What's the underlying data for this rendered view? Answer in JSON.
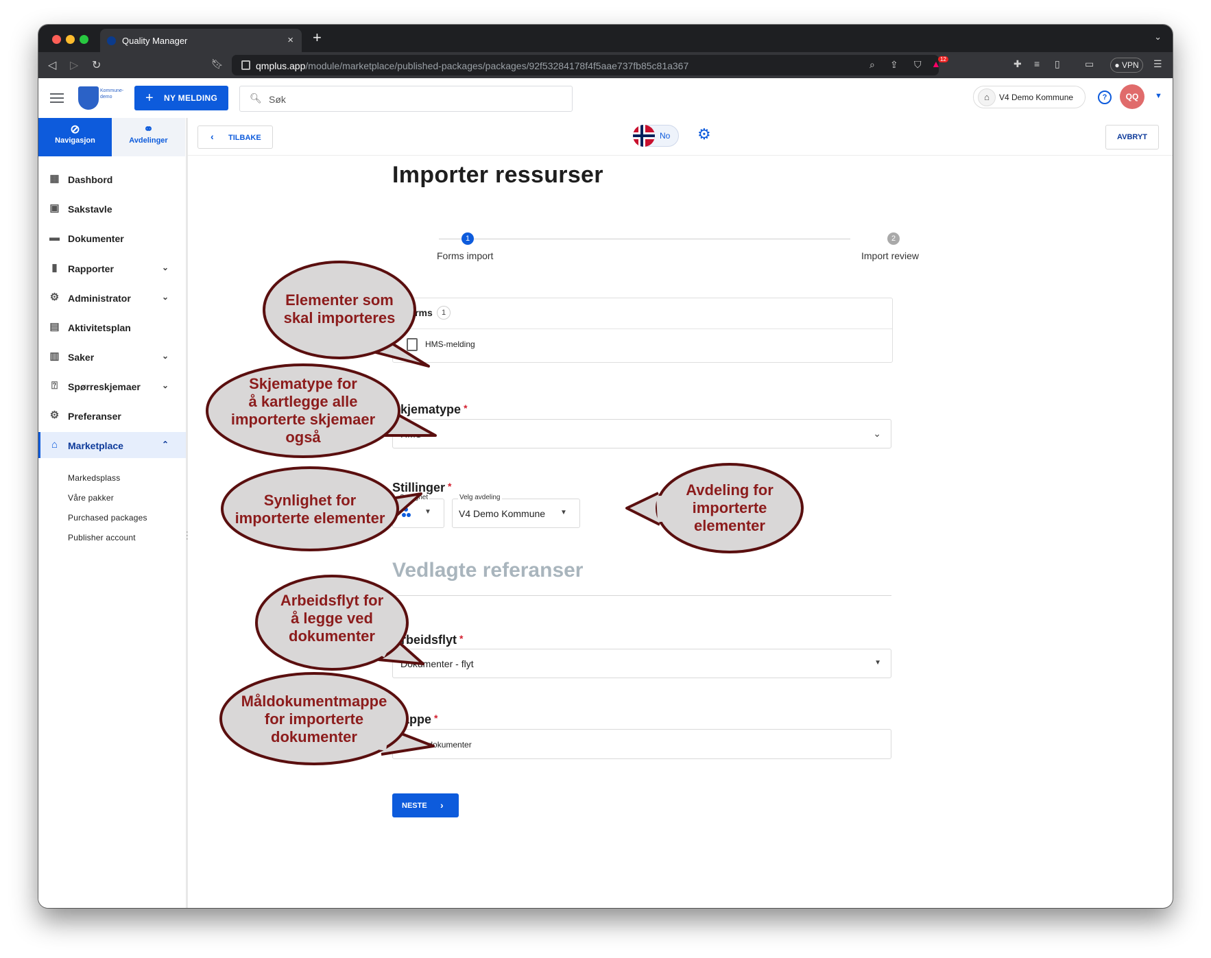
{
  "browser": {
    "tab_title": "Quality Manager",
    "url_host": "qmplus.app",
    "url_path": "/module/marketplace/published-packages/packages/92f53284178f4f5aae737fb85c81a367",
    "vpn_label": "VPN",
    "badge_count": "12"
  },
  "header": {
    "logo_text_1": "Kommune-",
    "logo_text_2": "demo",
    "new_message_label": "NY MELDING",
    "search_placeholder": "Søk",
    "org_label": "V4 Demo Kommune",
    "avatar_initials": "QQ"
  },
  "sidebar": {
    "tabs": [
      {
        "label": "Navigasjon",
        "icon": "compass-icon"
      },
      {
        "label": "Avdelinger",
        "icon": "org-chart-icon"
      }
    ],
    "items": [
      {
        "label": "Dashbord",
        "icon": "dashboard-icon",
        "expandable": false
      },
      {
        "label": "Sakstavle",
        "icon": "board-icon",
        "expandable": false
      },
      {
        "label": "Dokumenter",
        "icon": "folder-icon",
        "expandable": false
      },
      {
        "label": "Rapporter",
        "icon": "bar-chart-icon",
        "expandable": true
      },
      {
        "label": "Administrator",
        "icon": "gears-icon",
        "expandable": true
      },
      {
        "label": "Aktivitetsplan",
        "icon": "calendar-icon",
        "expandable": false
      },
      {
        "label": "Saker",
        "icon": "cases-icon",
        "expandable": true
      },
      {
        "label": "Spørreskjemaer",
        "icon": "questionnaire-icon",
        "expandable": true
      },
      {
        "label": "Preferanser",
        "icon": "gear-icon",
        "expandable": false
      },
      {
        "label": "Marketplace",
        "icon": "store-icon",
        "expandable": true,
        "active": true
      }
    ],
    "subitems": [
      "Markedsplass",
      "Våre pakker",
      "Purchased packages",
      "Publisher account"
    ]
  },
  "toolbar": {
    "back_label": "TILBAKE",
    "language_label": "No",
    "cancel_label": "AVBRYT"
  },
  "main": {
    "title": "Importer ressurser",
    "steps": [
      {
        "number": "1",
        "label": "Forms import",
        "active": true
      },
      {
        "number": "2",
        "label": "Import review",
        "active": false
      }
    ],
    "forms_header": "Forms",
    "forms_count": "1",
    "forms_items": [
      "HMS-melding"
    ],
    "schema_type_label": "Skjematype",
    "schema_type_value": "HMS",
    "positions_label": "Stillinger",
    "visibility_caption": "Synlighet",
    "department_caption": "Velg avdeling",
    "department_value": "V4 Demo Kommune",
    "attached_refs_title": "Vedlagte referanser",
    "workflow_label": "Arbeidsflyt",
    "workflow_value": "Dokumenter - flyt",
    "folder_label": "Mappe",
    "folder_value": "Felles dokumenter",
    "next_label": "NESTE"
  },
  "callouts": [
    {
      "lines": [
        "Elementer som",
        "skal importeres"
      ]
    },
    {
      "lines": [
        "Skjematype for",
        "å kartlegge alle",
        "importerte skjemaer",
        "også"
      ]
    },
    {
      "lines": [
        "Synlighet for",
        "importerte elementer"
      ]
    },
    {
      "lines": [
        "Avdeling for",
        "importerte",
        "elementer"
      ]
    },
    {
      "lines": [
        "Arbeidsflyt for",
        "å legge ved",
        "dokumenter"
      ]
    },
    {
      "lines": [
        "Måldokumentmappe",
        "for importerte",
        "dokumenter"
      ]
    }
  ],
  "colors": {
    "primary": "#0d5bdc",
    "callout_fill": "#d9d7d7",
    "callout_stroke": "#5a0f0f",
    "callout_text": "#8c1c1c",
    "required": "#d31f2f"
  }
}
